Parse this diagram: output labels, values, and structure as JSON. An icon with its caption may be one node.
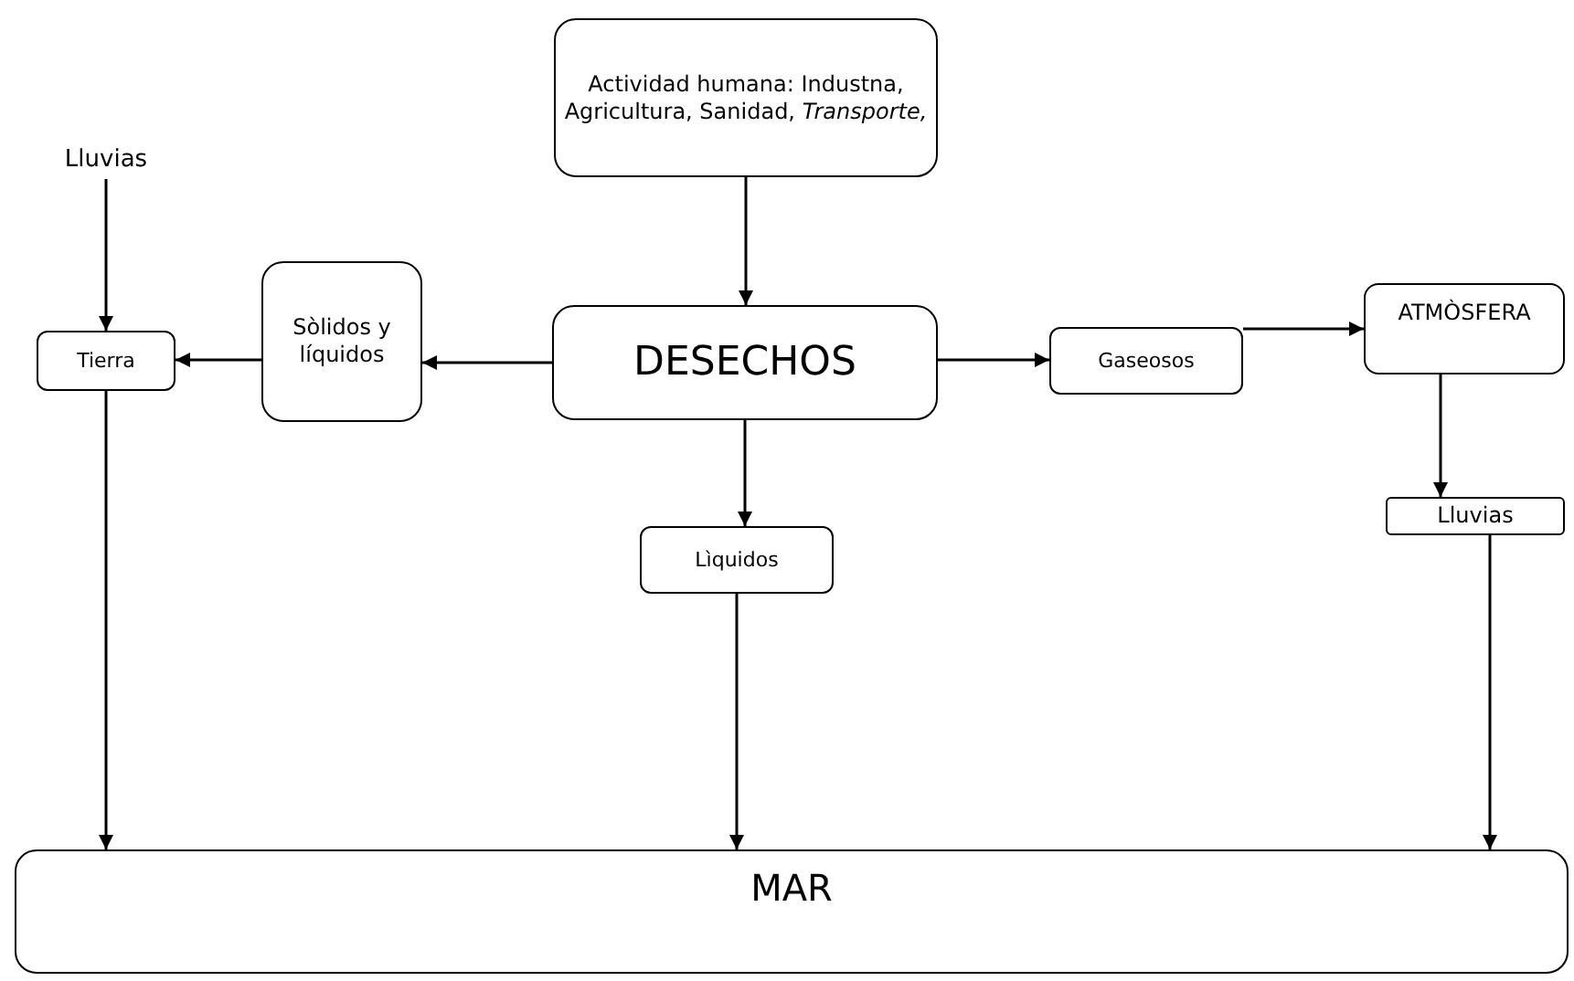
{
  "diagram": {
    "nodes": [
      {
        "text": [
          "Actividad humana: Industna, Agricultura, Sanidad, *Transporte,*"
        ]
      },
      {
        "text": [
          "Lluvias"
        ]
      },
      {
        "text": [
          "Tierra"
        ]
      },
      {
        "text": [
          "Sòlidos y líquidos"
        ]
      },
      {
        "text": [
          "DESECHOS"
        ]
      },
      {
        "text": [
          "Gaseosos"
        ]
      },
      {
        "text": [
          "ATMÒSFERA"
        ]
      },
      {
        "text": [
          "Lluvias"
        ]
      },
      {
        "text": [
          "Lìquidos"
        ]
      },
      {
        "text": [
          "MAR"
        ]
      }
    ],
    "edges": [
      {
        "from": 0,
        "to": 4,
        "arrow": "to"
      },
      {
        "from": 1,
        "to": 2,
        "arrow": "to"
      },
      {
        "from": 4,
        "to": 3,
        "arrow": "to"
      },
      {
        "from": 3,
        "to": 2,
        "arrow": "to"
      },
      {
        "from": 4,
        "to": 5,
        "arrow": "to"
      },
      {
        "from": 5,
        "to": 6,
        "arrow": "to"
      },
      {
        "from": 6,
        "to": 7,
        "arrow": "to"
      },
      {
        "from": 4,
        "to": 8,
        "arrow": "to"
      },
      {
        "from": 2,
        "to": 9,
        "arrow": "to"
      },
      {
        "from": 8,
        "to": 9,
        "arrow": "to"
      },
      {
        "from": 7,
        "to": 9,
        "arrow": "to"
      }
    ]
  }
}
